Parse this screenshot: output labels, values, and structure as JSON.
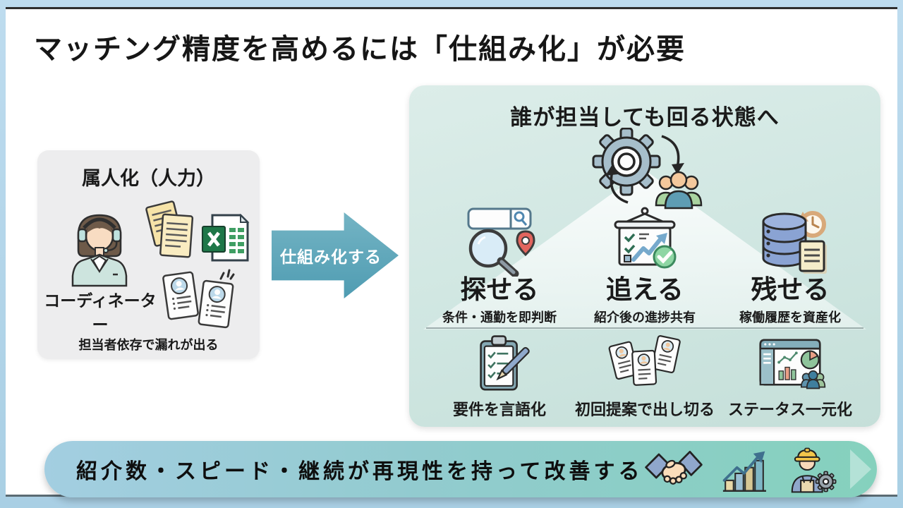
{
  "title": "マッチング精度を高めるには「仕組み化」が必要",
  "left_panel": {
    "heading": "属人化（人力）",
    "role_label": "コーディネーター",
    "caption": "担当者依存で漏れが出る",
    "icons": [
      "coordinator-woman-headset-icon",
      "paper-documents-icon",
      "excel-file-icon",
      "resume-cards-icon"
    ]
  },
  "arrow": {
    "label": "仕組み化する",
    "color": "#4f9cb2"
  },
  "right_panel": {
    "heading": "誰が担当しても回る状態へ",
    "top_icon": "gear-team-cycle-icon",
    "capabilities": [
      {
        "label": "探せる",
        "caption": "条件・通勤を即判断",
        "icon": "search-magnifier-pin-icon"
      },
      {
        "label": "追える",
        "caption": "紹介後の進捗共有",
        "icon": "progress-board-check-icon"
      },
      {
        "label": "残せる",
        "caption": "稼働履歴を資産化",
        "icon": "database-history-doc-icon"
      }
    ],
    "practices": [
      {
        "label": "要件を言語化",
        "icon": "clipboard-pen-icon"
      },
      {
        "label": "初回提案で出し切る",
        "icon": "profile-cards-icon"
      },
      {
        "label": "ステータス一元化",
        "icon": "status-dashboard-icon"
      }
    ]
  },
  "bottom_banner": {
    "text": "紹介数・スピード・継続が再現性を持って改善する",
    "icons": [
      "handshake-icon",
      "growth-chart-icon",
      "worker-gear-icon"
    ],
    "gradient_from": "#a3cee1",
    "gradient_to": "#85d1bd"
  },
  "colors": {
    "frame_blue": "#aed3e8",
    "slide_bg": "#ffffff",
    "left_panel_bg": "#ededee",
    "right_panel_bg": "#cfe6e1",
    "arrow_teal": "#4f9cb2",
    "text_dark": "#1a1a1a"
  }
}
